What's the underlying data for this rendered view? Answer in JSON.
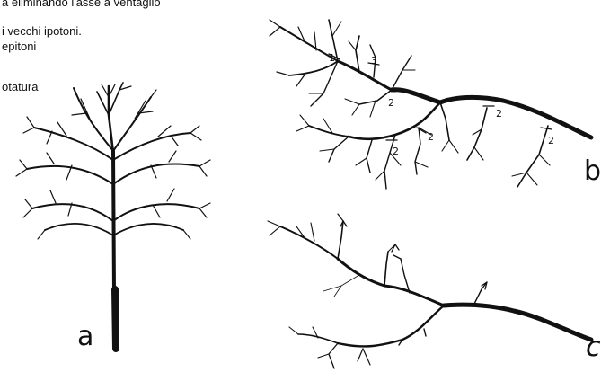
{
  "text_lines": [
    "a eliminando l'asse a ventaglio",
    "i vecchi ipotoni.",
    "epitoni",
    "otatura"
  ],
  "figure_labels": {
    "a": "a",
    "b": "b",
    "c": "c"
  },
  "branch_numbers": {
    "one": "1",
    "three": "3",
    "two": "2"
  }
}
